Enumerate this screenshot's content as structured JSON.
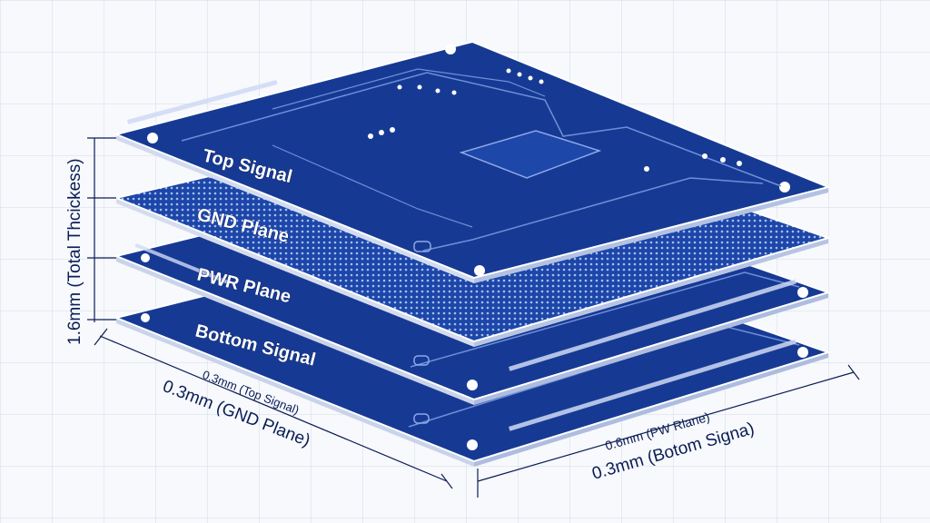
{
  "layers": [
    {
      "label": "Top Signal"
    },
    {
      "label": "GND Plane"
    },
    {
      "label": "PWR Plane"
    },
    {
      "label": "Bottom Signal"
    }
  ],
  "dimensions": {
    "total": "1.6mm (Total Thcickess)",
    "left_small": "0.3mm (Top Signal)",
    "left_large": "0.3mm (GND Plane)",
    "right_small": "0.6mm (PW Rlane)",
    "right_large": "0.3mm (Botom Signa)"
  },
  "colors": {
    "board": "#163a94",
    "board_dark": "#0e2a73",
    "trace": "#6f8fd8",
    "edge": "#ffffff",
    "grid": "#d6dbe6",
    "ink": "#0b1d55"
  }
}
